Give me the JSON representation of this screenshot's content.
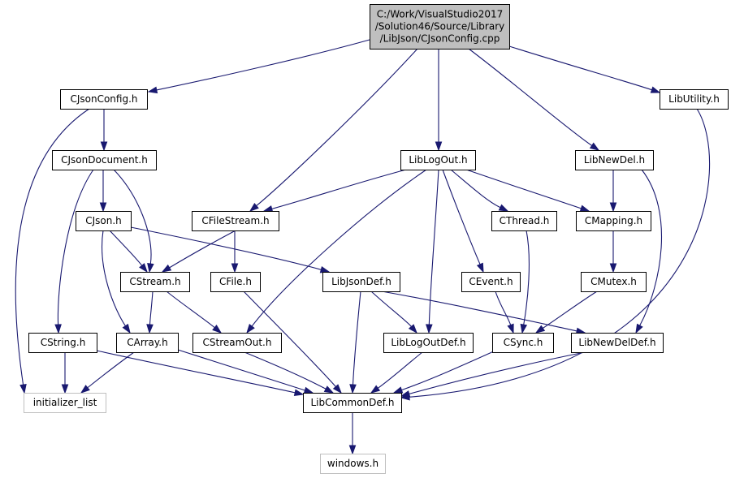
{
  "colors": {
    "edge": "#191970",
    "root_fill": "#bfbfbf",
    "node_fill": "#ffffff",
    "node_border": "#000000",
    "system_border": "#bfbfbf",
    "system_text": "#404040"
  },
  "nodes": [
    {
      "id": "root",
      "lines": [
        "C:/Work/VisualStudio2017",
        "/Solution46/Source/Library",
        "/LibJson/CJsonConfig.cpp"
      ],
      "kind": "root"
    },
    {
      "id": "cjsonconfig_h",
      "lines": [
        "CJsonConfig.h"
      ],
      "kind": "normal"
    },
    {
      "id": "libutility_h",
      "lines": [
        "LibUtility.h"
      ],
      "kind": "normal"
    },
    {
      "id": "cjsondocument_h",
      "lines": [
        "CJsonDocument.h"
      ],
      "kind": "normal"
    },
    {
      "id": "liblogout_h",
      "lines": [
        "LibLogOut.h"
      ],
      "kind": "normal"
    },
    {
      "id": "libnewdel_h",
      "lines": [
        "LibNewDel.h"
      ],
      "kind": "normal"
    },
    {
      "id": "cjson_h",
      "lines": [
        "CJson.h"
      ],
      "kind": "normal"
    },
    {
      "id": "cfilestream_h",
      "lines": [
        "CFileStream.h"
      ],
      "kind": "normal"
    },
    {
      "id": "cthread_h",
      "lines": [
        "CThread.h"
      ],
      "kind": "normal"
    },
    {
      "id": "cmapping_h",
      "lines": [
        "CMapping.h"
      ],
      "kind": "normal"
    },
    {
      "id": "cstream_h",
      "lines": [
        "CStream.h"
      ],
      "kind": "normal"
    },
    {
      "id": "cfile_h",
      "lines": [
        "CFile.h"
      ],
      "kind": "normal"
    },
    {
      "id": "libjsondef_h",
      "lines": [
        "LibJsonDef.h"
      ],
      "kind": "normal"
    },
    {
      "id": "cevent_h",
      "lines": [
        "CEvent.h"
      ],
      "kind": "normal"
    },
    {
      "id": "cmutex_h",
      "lines": [
        "CMutex.h"
      ],
      "kind": "normal"
    },
    {
      "id": "cstring_h",
      "lines": [
        "CString.h"
      ],
      "kind": "normal"
    },
    {
      "id": "carray_h",
      "lines": [
        "CArray.h"
      ],
      "kind": "normal"
    },
    {
      "id": "cstreamout_h",
      "lines": [
        "CStreamOut.h"
      ],
      "kind": "normal"
    },
    {
      "id": "liblogoutdef_h",
      "lines": [
        "LibLogOutDef.h"
      ],
      "kind": "normal"
    },
    {
      "id": "csync_h",
      "lines": [
        "CSync.h"
      ],
      "kind": "normal"
    },
    {
      "id": "libnewdeldef_h",
      "lines": [
        "LibNewDelDef.h"
      ],
      "kind": "normal"
    },
    {
      "id": "initializer_list",
      "lines": [
        "initializer_list"
      ],
      "kind": "system"
    },
    {
      "id": "libcommondef_h",
      "lines": [
        "LibCommonDef.h"
      ],
      "kind": "normal"
    },
    {
      "id": "windows_h",
      "lines": [
        "windows.h"
      ],
      "kind": "system"
    }
  ],
  "edges": [
    [
      "root",
      "cjsonconfig_h"
    ],
    [
      "root",
      "cfilestream_h"
    ],
    [
      "root",
      "liblogout_h"
    ],
    [
      "root",
      "libnewdel_h"
    ],
    [
      "root",
      "libutility_h"
    ],
    [
      "cjsonconfig_h",
      "cjsondocument_h"
    ],
    [
      "cjsonconfig_h",
      "initializer_list"
    ],
    [
      "cjsondocument_h",
      "cjson_h"
    ],
    [
      "cjsondocument_h",
      "cstream_h"
    ],
    [
      "cjsondocument_h",
      "cstring_h"
    ],
    [
      "cjson_h",
      "cstream_h"
    ],
    [
      "cjson_h",
      "carray_h"
    ],
    [
      "cjson_h",
      "libjsondef_h"
    ],
    [
      "cfilestream_h",
      "cstream_h"
    ],
    [
      "cfilestream_h",
      "cfile_h"
    ],
    [
      "liblogout_h",
      "cfilestream_h"
    ],
    [
      "liblogout_h",
      "cthread_h"
    ],
    [
      "liblogout_h",
      "cmapping_h"
    ],
    [
      "liblogout_h",
      "cevent_h"
    ],
    [
      "liblogout_h",
      "liblogoutdef_h"
    ],
    [
      "liblogout_h",
      "cstreamout_h"
    ],
    [
      "libnewdel_h",
      "cmapping_h"
    ],
    [
      "libnewdel_h",
      "libnewdeldef_h"
    ],
    [
      "cmapping_h",
      "cmutex_h"
    ],
    [
      "cmutex_h",
      "csync_h"
    ],
    [
      "cthread_h",
      "csync_h"
    ],
    [
      "cevent_h",
      "csync_h"
    ],
    [
      "cstream_h",
      "carray_h"
    ],
    [
      "cstream_h",
      "cstreamout_h"
    ],
    [
      "cfile_h",
      "libcommondef_h"
    ],
    [
      "libjsondef_h",
      "liblogoutdef_h"
    ],
    [
      "libjsondef_h",
      "libnewdeldef_h"
    ],
    [
      "libjsondef_h",
      "libcommondef_h"
    ],
    [
      "cstring_h",
      "initializer_list"
    ],
    [
      "cstring_h",
      "libcommondef_h"
    ],
    [
      "carray_h",
      "initializer_list"
    ],
    [
      "carray_h",
      "libcommondef_h"
    ],
    [
      "cstreamout_h",
      "libcommondef_h"
    ],
    [
      "liblogoutdef_h",
      "libcommondef_h"
    ],
    [
      "csync_h",
      "libcommondef_h"
    ],
    [
      "libnewdeldef_h",
      "libcommondef_h"
    ],
    [
      "libutility_h",
      "libcommondef_h"
    ],
    [
      "libcommondef_h",
      "windows_h"
    ]
  ]
}
